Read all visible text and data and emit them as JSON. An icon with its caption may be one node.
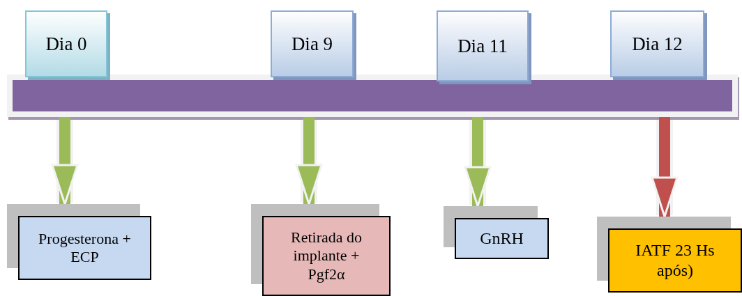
{
  "diagram": {
    "nodes": [
      {
        "text": [
          "Dia 0"
        ]
      },
      {
        "text": [
          "Dia 9"
        ]
      },
      {
        "text": [
          "Dia 11"
        ]
      },
      {
        "text": [
          "Dia 12"
        ]
      },
      {
        "text": [],
        "shape": "bar"
      },
      {
        "text": [
          "Progesterona + ECP"
        ]
      },
      {
        "text": [
          "Retirada do implante + Pgf2α"
        ]
      },
      {
        "text": [
          "GnRH"
        ]
      },
      {
        "text": [
          "IATF 23 Hs após)"
        ]
      }
    ],
    "edges": [
      {
        "from": 4,
        "to": 5,
        "arrow": "to"
      },
      {
        "from": 4,
        "to": 6,
        "arrow": "to"
      },
      {
        "from": 4,
        "to": 7,
        "arrow": "to"
      },
      {
        "from": 4,
        "to": 8,
        "arrow": "to",
        "color": "#c0504d"
      }
    ]
  }
}
